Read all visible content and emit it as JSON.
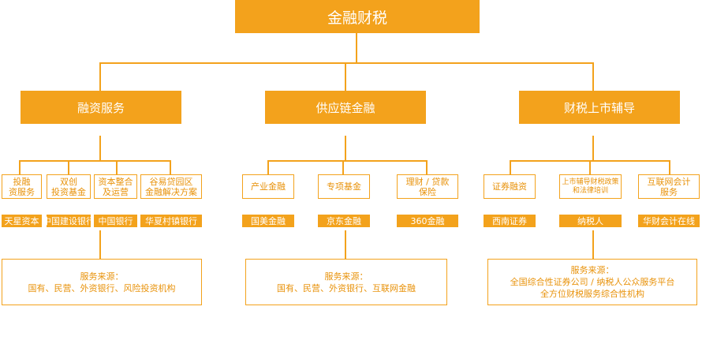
{
  "root": {
    "title": "金融财税"
  },
  "categories": [
    {
      "title": "融资服务",
      "services": [
        "投融\n资服务",
        "双创\n投资基金",
        "资本整合\n及运营",
        "谷易贷园区\n金融解决方案"
      ],
      "providers": [
        "天星资本",
        "中国建设银行",
        "中国银行",
        "华夏村镇银行"
      ],
      "source_title": "服务来源：",
      "source_lines": [
        "国有、民营、外资银行、风险投资机构"
      ]
    },
    {
      "title": "供应链金融",
      "services": [
        "产业金融",
        "专项基金",
        "理财 / 贷款\n保险"
      ],
      "providers": [
        "国美金融",
        "京东金融",
        "360金融"
      ],
      "source_title": "服务来源：",
      "source_lines": [
        "国有、民营、外资银行、互联网金融"
      ]
    },
    {
      "title": "财税上市辅导",
      "services": [
        "证券融资",
        "上市辅导财税政策\n和法律培训",
        "互联网会计\n服务"
      ],
      "providers": [
        "西南证券",
        "纳税人",
        "华财会计在线"
      ],
      "source_title": "服务来源：",
      "source_lines": [
        "全国综合性证券公司 / 纳税人公众服务平台",
        "全方位财税服务综合性机构"
      ]
    }
  ],
  "colors": {
    "accent": "#f3a21c",
    "text_on_white": "#e8920a"
  }
}
